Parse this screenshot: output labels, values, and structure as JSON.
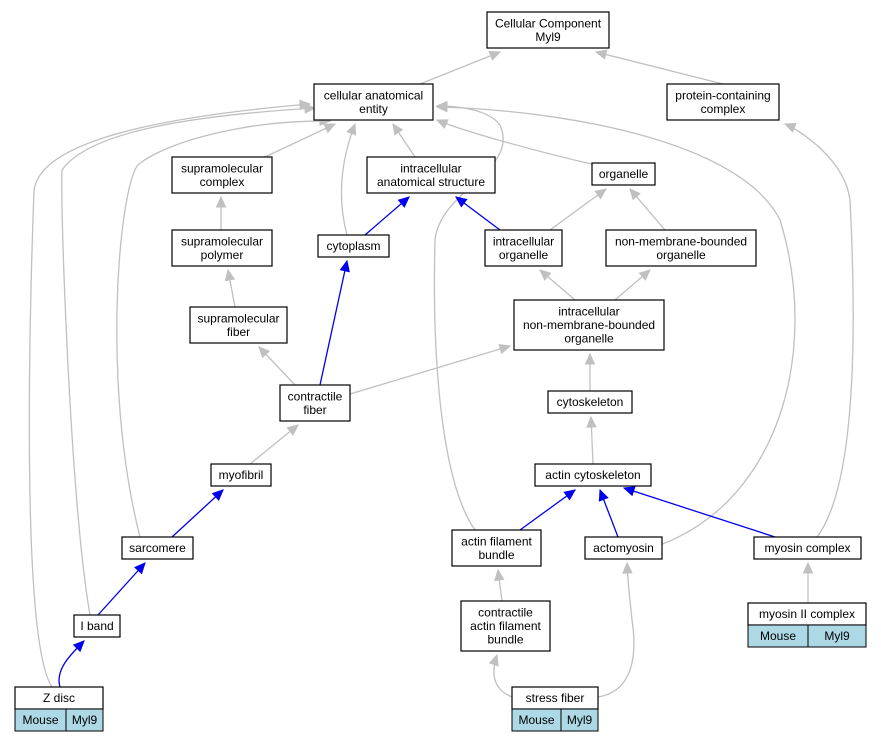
{
  "nodes": {
    "cellular_component": [
      "Cellular Component",
      "Myl9"
    ],
    "cellular_anatomical_entity": [
      "cellular anatomical",
      "entity"
    ],
    "protein_containing_complex": [
      "protein-containing",
      "complex"
    ],
    "supramolecular_complex": [
      "supramolecular",
      "complex"
    ],
    "intracellular_anatomical_structure": [
      "intracellular",
      "anatomical structure"
    ],
    "organelle": [
      "organelle"
    ],
    "supramolecular_polymer": [
      "supramolecular",
      "polymer"
    ],
    "cytoplasm": [
      "cytoplasm"
    ],
    "intracellular_organelle": [
      "intracellular",
      "organelle"
    ],
    "non_membrane_bounded_organelle": [
      "non-membrane-bounded",
      "organelle"
    ],
    "supramolecular_fiber": [
      "supramolecular",
      "fiber"
    ],
    "intracellular_nmb_organelle": [
      "intracellular",
      "non-membrane-bounded",
      "organelle"
    ],
    "contractile_fiber": [
      "contractile",
      "fiber"
    ],
    "cytoskeleton": [
      "cytoskeleton"
    ],
    "myofibril": [
      "myofibril"
    ],
    "actin_cytoskeleton": [
      "actin cytoskeleton"
    ],
    "sarcomere": [
      "sarcomere"
    ],
    "actin_filament_bundle": [
      "actin filament",
      "bundle"
    ],
    "actomyosin": [
      "actomyosin"
    ],
    "myosin_complex": [
      "myosin complex"
    ],
    "i_band": [
      "I band"
    ],
    "contractile_actin_filament_bundle": [
      "contractile",
      "actin filament",
      "bundle"
    ],
    "myosin_ii_complex": [
      "myosin II complex"
    ],
    "z_disc": [
      "Z disc"
    ],
    "stress_fiber": [
      "stress fiber"
    ]
  },
  "annotations": {
    "myosin_ii_complex": [
      "Mouse",
      "Myl9"
    ],
    "z_disc": [
      "Mouse",
      "Myl9"
    ],
    "stress_fiber": [
      "Mouse",
      "Myl9"
    ]
  },
  "edges": [
    {
      "from": "cellular_anatomical_entity",
      "to": "cellular_component",
      "kind": "is_a"
    },
    {
      "from": "protein_containing_complex",
      "to": "cellular_component",
      "kind": "is_a"
    },
    {
      "from": "supramolecular_complex",
      "to": "cellular_anatomical_entity",
      "kind": "is_a"
    },
    {
      "from": "intracellular_anatomical_structure",
      "to": "cellular_anatomical_entity",
      "kind": "is_a"
    },
    {
      "from": "organelle",
      "to": "cellular_anatomical_entity",
      "kind": "is_a"
    },
    {
      "from": "cytoplasm",
      "to": "cellular_anatomical_entity",
      "kind": "is_a"
    },
    {
      "from": "sarcomere",
      "to": "cellular_anatomical_entity",
      "kind": "is_a"
    },
    {
      "from": "z_disc",
      "to": "cellular_anatomical_entity",
      "kind": "is_a"
    },
    {
      "from": "i_band",
      "to": "cellular_anatomical_entity",
      "kind": "is_a"
    },
    {
      "from": "actin_filament_bundle",
      "to": "cellular_anatomical_entity",
      "kind": "is_a"
    },
    {
      "from": "actomyosin",
      "to": "cellular_anatomical_entity",
      "kind": "is_a"
    },
    {
      "from": "supramolecular_polymer",
      "to": "supramolecular_complex",
      "kind": "is_a"
    },
    {
      "from": "supramolecular_fiber",
      "to": "supramolecular_polymer",
      "kind": "is_a"
    },
    {
      "from": "contractile_fiber",
      "to": "supramolecular_fiber",
      "kind": "is_a"
    },
    {
      "from": "cytoplasm",
      "to": "intracellular_anatomical_structure",
      "kind": "part_of"
    },
    {
      "from": "intracellular_organelle",
      "to": "intracellular_anatomical_structure",
      "kind": "part_of"
    },
    {
      "from": "intracellular_organelle",
      "to": "organelle",
      "kind": "is_a"
    },
    {
      "from": "non_membrane_bounded_organelle",
      "to": "organelle",
      "kind": "is_a"
    },
    {
      "from": "intracellular_nmb_organelle",
      "to": "intracellular_organelle",
      "kind": "is_a"
    },
    {
      "from": "intracellular_nmb_organelle",
      "to": "non_membrane_bounded_organelle",
      "kind": "is_a"
    },
    {
      "from": "contractile_fiber",
      "to": "intracellular_nmb_organelle",
      "kind": "is_a"
    },
    {
      "from": "contractile_fiber",
      "to": "cytoplasm",
      "kind": "part_of"
    },
    {
      "from": "cytoskeleton",
      "to": "intracellular_nmb_organelle",
      "kind": "is_a"
    },
    {
      "from": "myofibril",
      "to": "contractile_fiber",
      "kind": "is_a"
    },
    {
      "from": "actin_cytoskeleton",
      "to": "cytoskeleton",
      "kind": "is_a"
    },
    {
      "from": "sarcomere",
      "to": "myofibril",
      "kind": "part_of"
    },
    {
      "from": "i_band",
      "to": "sarcomere",
      "kind": "part_of"
    },
    {
      "from": "z_disc",
      "to": "i_band",
      "kind": "part_of"
    },
    {
      "from": "actin_filament_bundle",
      "to": "actin_cytoskeleton",
      "kind": "part_of"
    },
    {
      "from": "actomyosin",
      "to": "actin_cytoskeleton",
      "kind": "part_of"
    },
    {
      "from": "myosin_complex",
      "to": "actin_cytoskeleton",
      "kind": "part_of"
    },
    {
      "from": "myosin_complex",
      "to": "protein_containing_complex",
      "kind": "is_a"
    },
    {
      "from": "contractile_actin_filament_bundle",
      "to": "actin_filament_bundle",
      "kind": "is_a"
    },
    {
      "from": "myosin_ii_complex",
      "to": "myosin_complex",
      "kind": "is_a"
    },
    {
      "from": "stress_fiber",
      "to": "contractile_actin_filament_bundle",
      "kind": "is_a"
    },
    {
      "from": "stress_fiber",
      "to": "actomyosin",
      "kind": "is_a"
    }
  ],
  "colors": {
    "is_a_edge": "#c0c0c0",
    "part_of_edge": "#0000ee",
    "annotation_fill": "#add8e6",
    "node_border": "#000000"
  }
}
